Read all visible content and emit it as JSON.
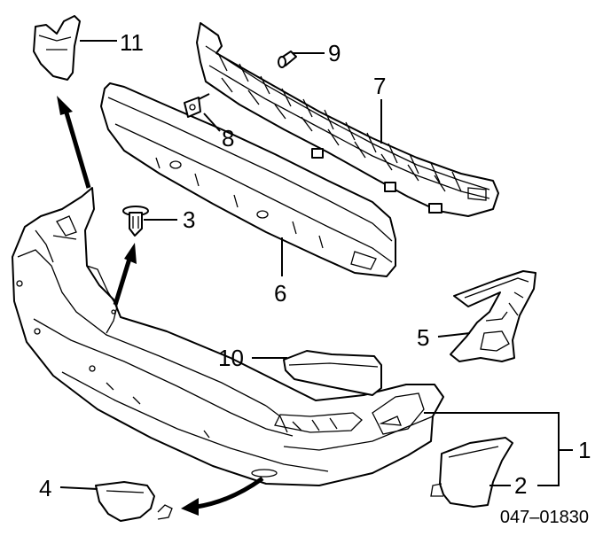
{
  "diagram": {
    "callouts": [
      {
        "id": "p1",
        "label": "1"
      },
      {
        "id": "p2",
        "label": "2"
      },
      {
        "id": "p3",
        "label": "3"
      },
      {
        "id": "p4",
        "label": "4"
      },
      {
        "id": "p5",
        "label": "5"
      },
      {
        "id": "p6",
        "label": "6"
      },
      {
        "id": "p7",
        "label": "7"
      },
      {
        "id": "p8",
        "label": "8"
      },
      {
        "id": "p9",
        "label": "9"
      },
      {
        "id": "p10",
        "label": "10"
      },
      {
        "id": "p11",
        "label": "11"
      }
    ],
    "reference_number": "047–01830"
  }
}
